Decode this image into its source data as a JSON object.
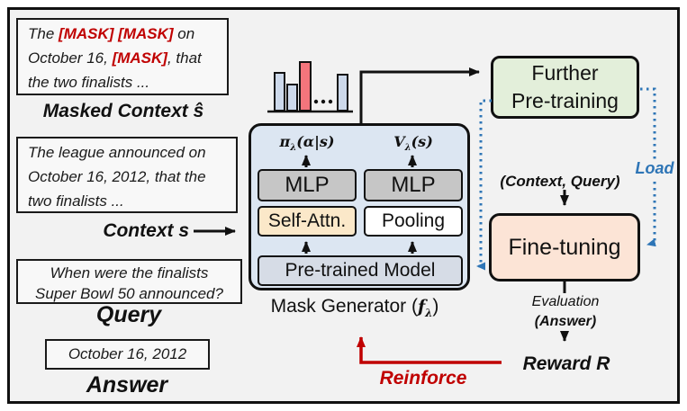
{
  "left_panel": {
    "masked_box": {
      "l1a": "The ",
      "l1_mask1": "[MASK]",
      "l1sp": " ",
      "l1_mask2": "[MASK]",
      "l1b": " on",
      "l2a": "October 16, ",
      "l2_mask": "[MASK]",
      "l2b": ", that",
      "l3": "the two finalists ..."
    },
    "masked_label": "Masked Context ŝ",
    "context_box": {
      "l1": "The league announced on",
      "l2": "October 16, 2012, that the",
      "l3": "two finalists ..."
    },
    "context_label": "Context s",
    "query_box": {
      "l1": "When were the finalists",
      "l2": "Super Bowl 50 announced?"
    },
    "query_label": "Query",
    "answer_box": {
      "text": "October 16, 2012"
    },
    "answer_label": "Answer"
  },
  "mask_generator": {
    "policy_head": {
      "symbol": "π",
      "sub": "λ",
      "args": "(α|s)"
    },
    "value_head": {
      "symbol": "V",
      "sub": "λ",
      "args": "(s)"
    },
    "mlp_left": "MLP",
    "mlp_right": "MLP",
    "self_attn": "Self-Attn.",
    "pooling": "Pooling",
    "pretrained": "Pre-trained Model",
    "label": {
      "prefix": "Mask Generator (",
      "f": "f",
      "sub": "λ",
      "suffix": ")"
    }
  },
  "pipeline": {
    "further_pretraining": {
      "line1": "Further",
      "line2": "Pre-training"
    },
    "context_query": "(Context, Query)",
    "finetuning": "Fine-tuning",
    "evaluation": "Evaluation",
    "answer_paren": "(Answer)",
    "reward": "Reward R",
    "load": "Load",
    "reinforce": "Reinforce"
  },
  "icons": {
    "histogram": "mask-probability-histogram"
  },
  "colors": {
    "mask_token_red": "#C00000",
    "reinforce_red": "#C00000",
    "load_blue": "#2E75B6",
    "further_fill": "#E3EFDA",
    "finetune_fill": "#FCE4D6",
    "generator_fill": "#DCE6F2",
    "mlp_fill": "#C6C6C6",
    "self_attn_fill": "#FBE8C9",
    "pooling_fill": "#FFFFFF",
    "pretrained_fill": "#D6DCE6",
    "bar_blue": "#CDD9EB",
    "bar_red": "#F4757C",
    "background": "#F2F2F2"
  }
}
